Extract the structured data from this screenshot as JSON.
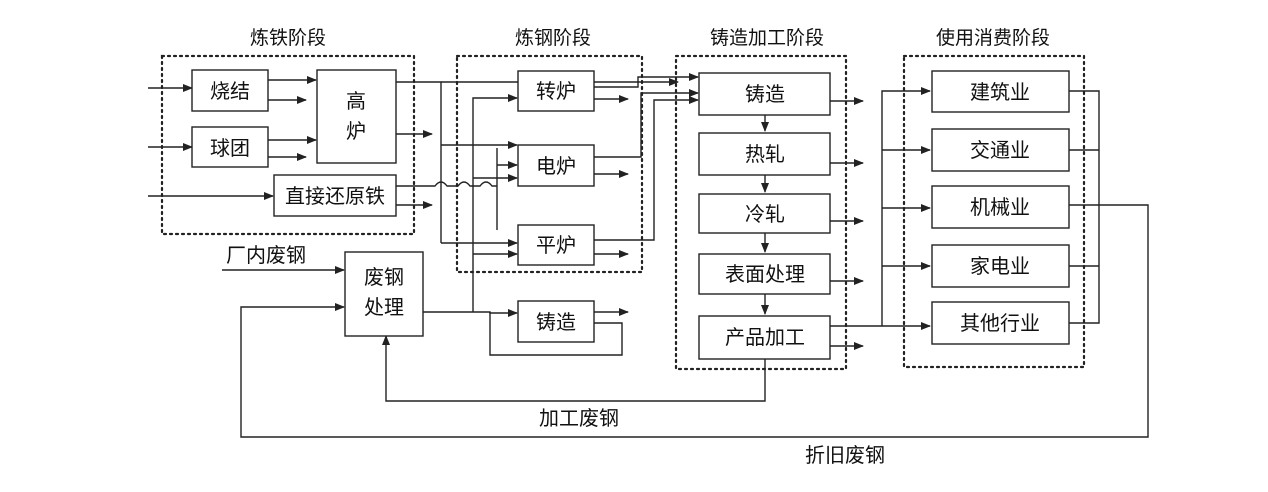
{
  "stages": {
    "ironmaking": "炼铁阶段",
    "steelmaking": "炼钢阶段",
    "casting_processing": "铸造加工阶段",
    "consumption": "使用消费阶段"
  },
  "nodes": {
    "sinter": "烧结",
    "pellet": "球团",
    "blast_furnace_1": "高",
    "blast_furnace_2": "炉",
    "dri": "直接还原铁",
    "converter": "转炉",
    "eaf": "电炉",
    "open_hearth": "平炉",
    "foundry": "铸造",
    "casting": "铸造",
    "hot_rolling": "热轧",
    "cold_rolling": "冷轧",
    "surface_treatment": "表面处理",
    "product_processing": "产品加工",
    "construction": "建筑业",
    "transport": "交通业",
    "machinery": "机械业",
    "appliances": "家电业",
    "other_industries": "其他行业",
    "scrap_processing_1": "废钢",
    "scrap_processing_2": "处理"
  },
  "flows": {
    "home_scrap": "厂内废钢",
    "process_scrap": "加工废钢",
    "obsolete_scrap": "折旧废钢"
  }
}
